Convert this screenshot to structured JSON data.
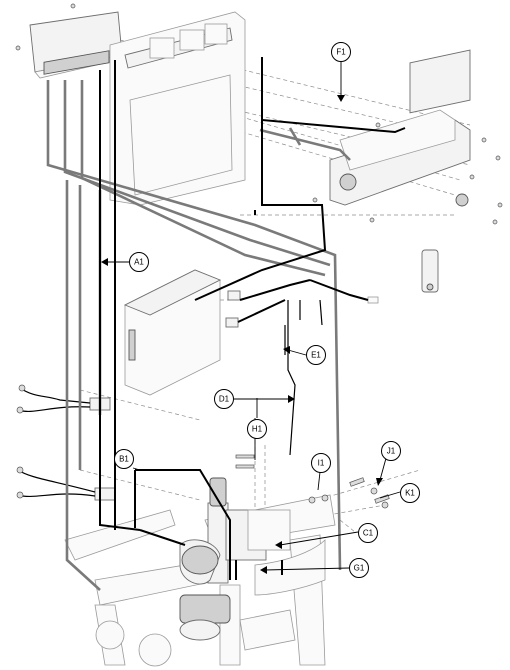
{
  "callouts": {
    "F1": "F1",
    "A1": "A1",
    "E1": "E1",
    "D1": "D1",
    "H1": "H1",
    "B1": "B1",
    "I1": "I1",
    "J1": "J1",
    "K1": "K1",
    "C1": "C1",
    "G1": "G1"
  }
}
